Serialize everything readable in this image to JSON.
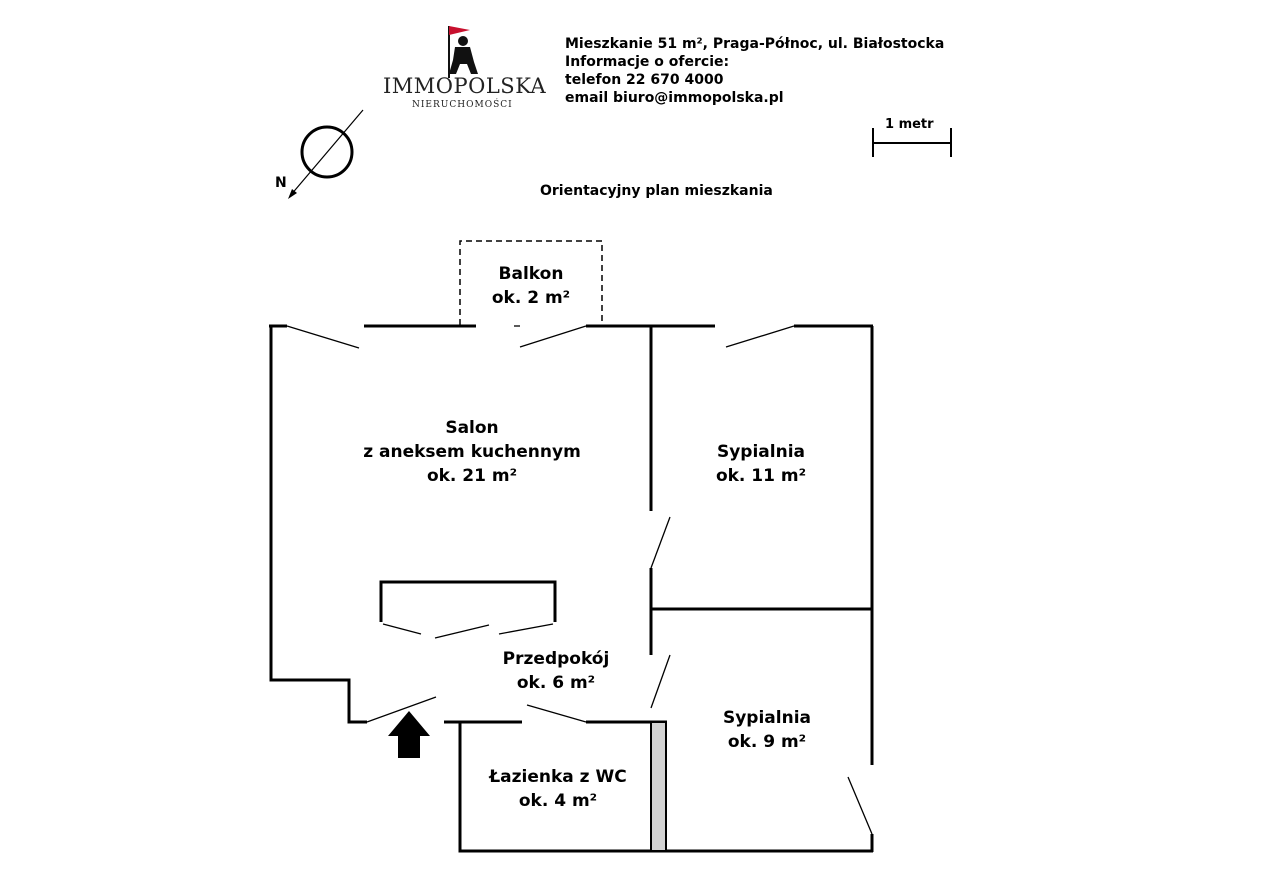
{
  "logo": {
    "name": "IMMOPOLSKA",
    "subtitle": "NIERUCHOMOŚCI",
    "flag_color": "#c8102e"
  },
  "info": {
    "line1": "Mieszkanie 51 m², Praga-Północ, ul. Białostocka",
    "line2": "Informacje o ofercie:",
    "line3": "telefon 22 670 4000",
    "line4": "email biuro@immopolska.pl"
  },
  "scale": {
    "label": "1 metr"
  },
  "compass": {
    "label": "N"
  },
  "caption": "Orientacyjny plan mieszkania",
  "rooms": {
    "balkon": {
      "name": "Balkon",
      "area": "ok. 2 m²"
    },
    "salon": {
      "name": "Salon",
      "name2": "z aneksem kuchennym",
      "area": "ok. 21 m²"
    },
    "sypialnia1": {
      "name": "Sypialnia",
      "area": "ok. 11 m²"
    },
    "przedpokoj": {
      "name": "Przedpokój",
      "area": "ok. 6 m²"
    },
    "sypialnia2": {
      "name": "Sypialnia",
      "area": "ok. 9 m²"
    },
    "lazienka": {
      "name": "Łazienka z WC",
      "area": "ok. 4 m²"
    }
  },
  "colors": {
    "wall": "#000000",
    "shaft": "#d3d3d3"
  }
}
